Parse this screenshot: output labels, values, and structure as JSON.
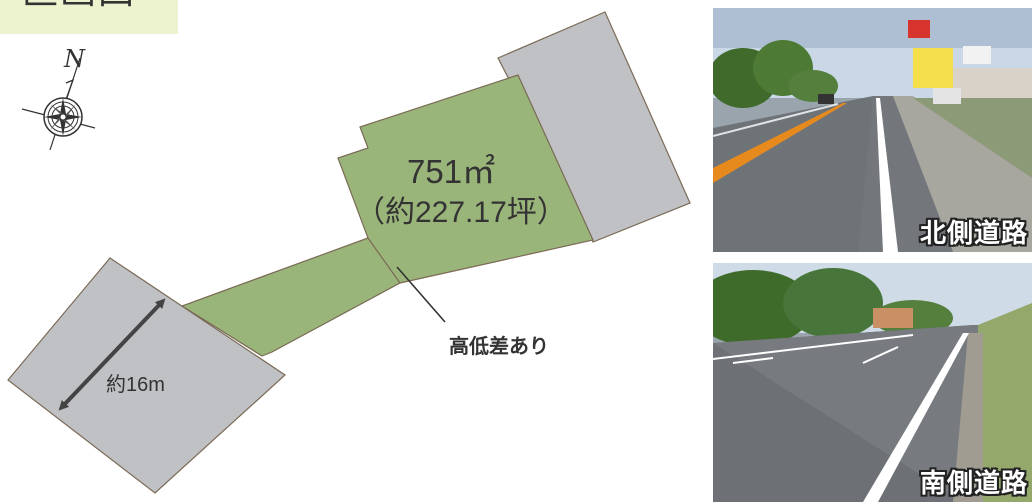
{
  "header": {
    "title": "区画図"
  },
  "compass": {
    "north_label": "N"
  },
  "lot": {
    "area": "751",
    "area_unit": "㎡",
    "area_tsubo": "（約227.17坪）"
  },
  "annotations": {
    "road_width": "約16m",
    "elevation_note": "高低差あり"
  },
  "photos": [
    {
      "label": "北側道路"
    },
    {
      "label": "南側道路"
    }
  ],
  "colors": {
    "lot_fill": "#9ab57a",
    "road_fill": "#bfc1c5",
    "title_bg": "#eef3cf"
  }
}
